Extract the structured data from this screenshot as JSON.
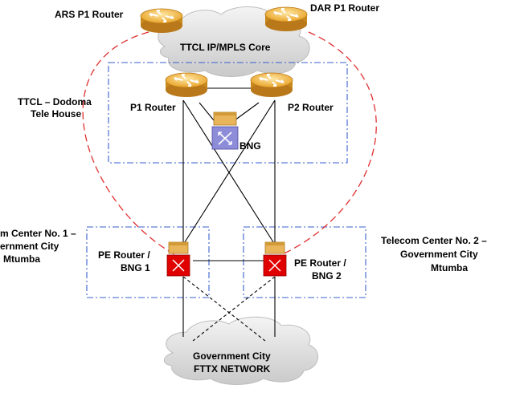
{
  "labels": {
    "ars_router": "ARS P1 Router",
    "dar_router": "DAR P1 Router",
    "core": "TTCL IP/MPLS Core",
    "dodoma_line1": "TTCL – Dodoma",
    "dodoma_line2": "Tele House",
    "p1_router": "P1 Router",
    "p2_router": "P2 Router",
    "bng": "BNG",
    "tc1_line1": "m Center No. 1 –",
    "tc1_line2": "ernment City",
    "tc1_line3": "Mtumba",
    "tc2_line1": "Telecom Center No. 2 –",
    "tc2_line2": "Government City",
    "tc2_line3": "Mtumba",
    "pe1_line1": "PE Router /",
    "pe1_line2": "BNG 1",
    "pe2_line1": "PE Router /",
    "pe2_line2": "BNG 2",
    "ftth_line1": "Government City",
    "ftth_line2": "FTTX NETWORK"
  },
  "colors": {
    "router_fill": "#f2b73a",
    "router_dark": "#c4861a",
    "cloud_fill": "#dcdcdc",
    "zone_border": "#3a5fcd",
    "red_link": "#e03030",
    "bng_purple": "#8c8cd9",
    "pe_red": "#e00000",
    "black_link": "#000000"
  },
  "icons": [
    "router-icon",
    "switch-router-icon",
    "cloud-icon"
  ]
}
